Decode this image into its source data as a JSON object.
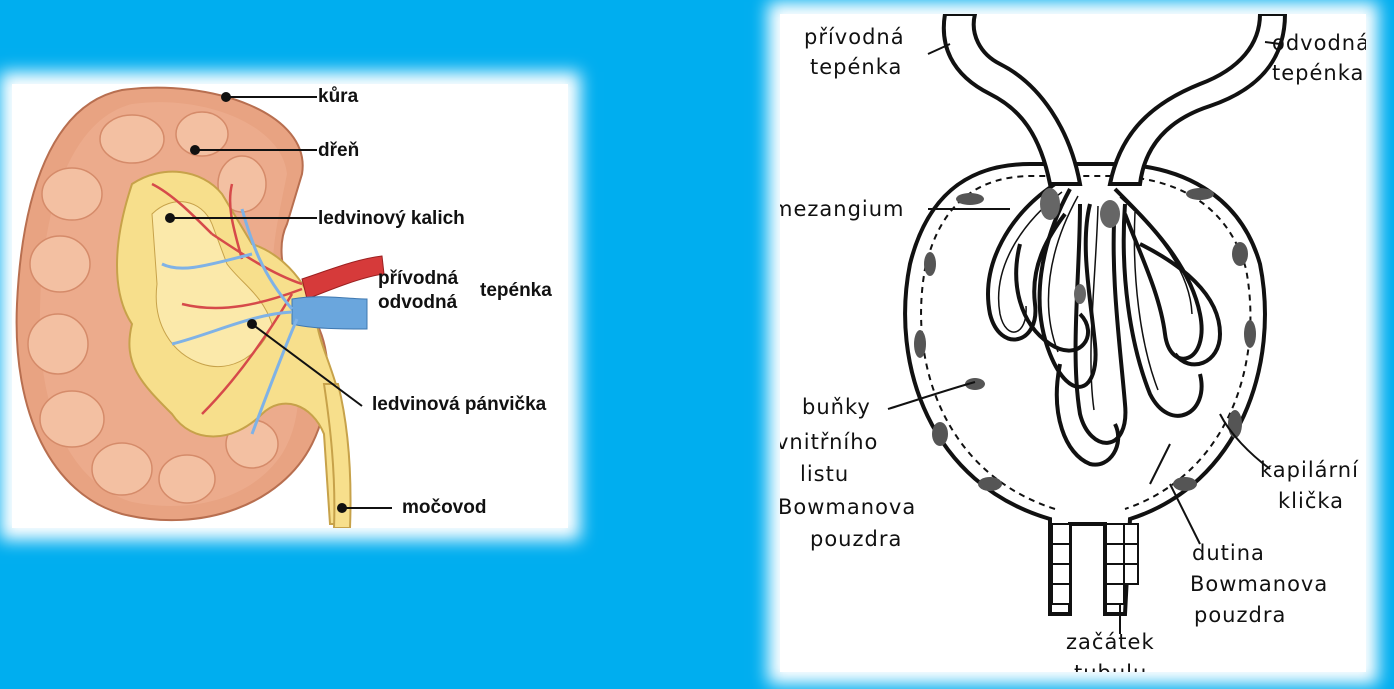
{
  "kidney": {
    "labels": {
      "cortex": "kůra",
      "medulla": "dřeň",
      "calyx": "ledvinový kalich",
      "afferent": "přívodná",
      "efferent": "odvodná",
      "arteriole": "tepénka",
      "pelvis": "ledvinová pánvička",
      "ureter": "močovod"
    }
  },
  "glomerulus": {
    "labels": {
      "afferent": [
        "přívodná",
        "tepénka"
      ],
      "efferent": [
        "odvodná",
        "tepénka"
      ],
      "mesangium": "mezangium",
      "cells": [
        "buňky",
        "vnitřního",
        "listu",
        "Bowmanova",
        "pouzdra"
      ],
      "loop": [
        "kapilární",
        "klička"
      ],
      "cavity": [
        "dutina",
        "Bowmanova",
        "pouzdra"
      ],
      "tubule": [
        "začátek",
        "tubulu"
      ]
    }
  },
  "colors": {
    "background": "#00aeef",
    "panel": "#ffffff",
    "cortex": "#e8a382",
    "pyramid": "#f0b898",
    "pelvis": "#f7df8c",
    "artery": "#d63a3a",
    "vein": "#6aa6dd"
  }
}
